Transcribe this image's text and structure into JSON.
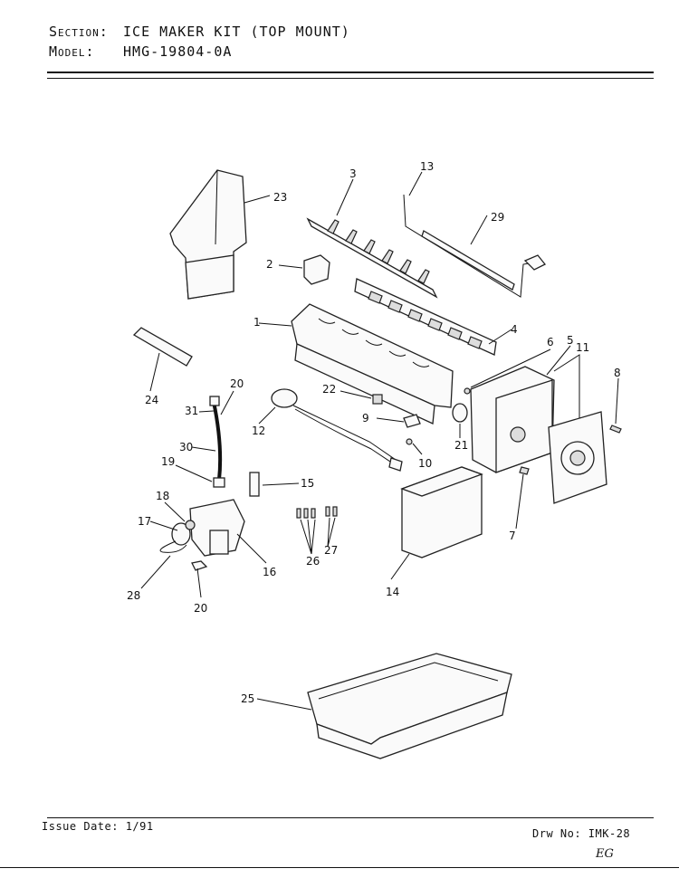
{
  "header": {
    "section_label": "Section:",
    "section_value": "ICE MAKER KIT (TOP MOUNT)",
    "model_label": "Model:",
    "model_value": "HMG-19804-0A"
  },
  "callouts": {
    "c1": "1",
    "c2": "2",
    "c3": "3",
    "c4": "4",
    "c5": "5",
    "c6": "6",
    "c7": "7",
    "c8": "8",
    "c9": "9",
    "c10": "10",
    "c11": "11",
    "c12": "12",
    "c13": "13",
    "c14": "14",
    "c15": "15",
    "c16": "16",
    "c17": "17",
    "c18": "18",
    "c19": "19",
    "c20a": "20",
    "c20b": "20",
    "c21": "21",
    "c22": "22",
    "c23": "23",
    "c24": "24",
    "c25": "25",
    "c26": "26",
    "c27": "27",
    "c28": "28",
    "c29": "29",
    "c30": "30",
    "c31": "31"
  },
  "footer": {
    "issue_date": "Issue Date: 1/91",
    "drawing_no": "Drw No: IMK-28",
    "initials": "EG"
  }
}
